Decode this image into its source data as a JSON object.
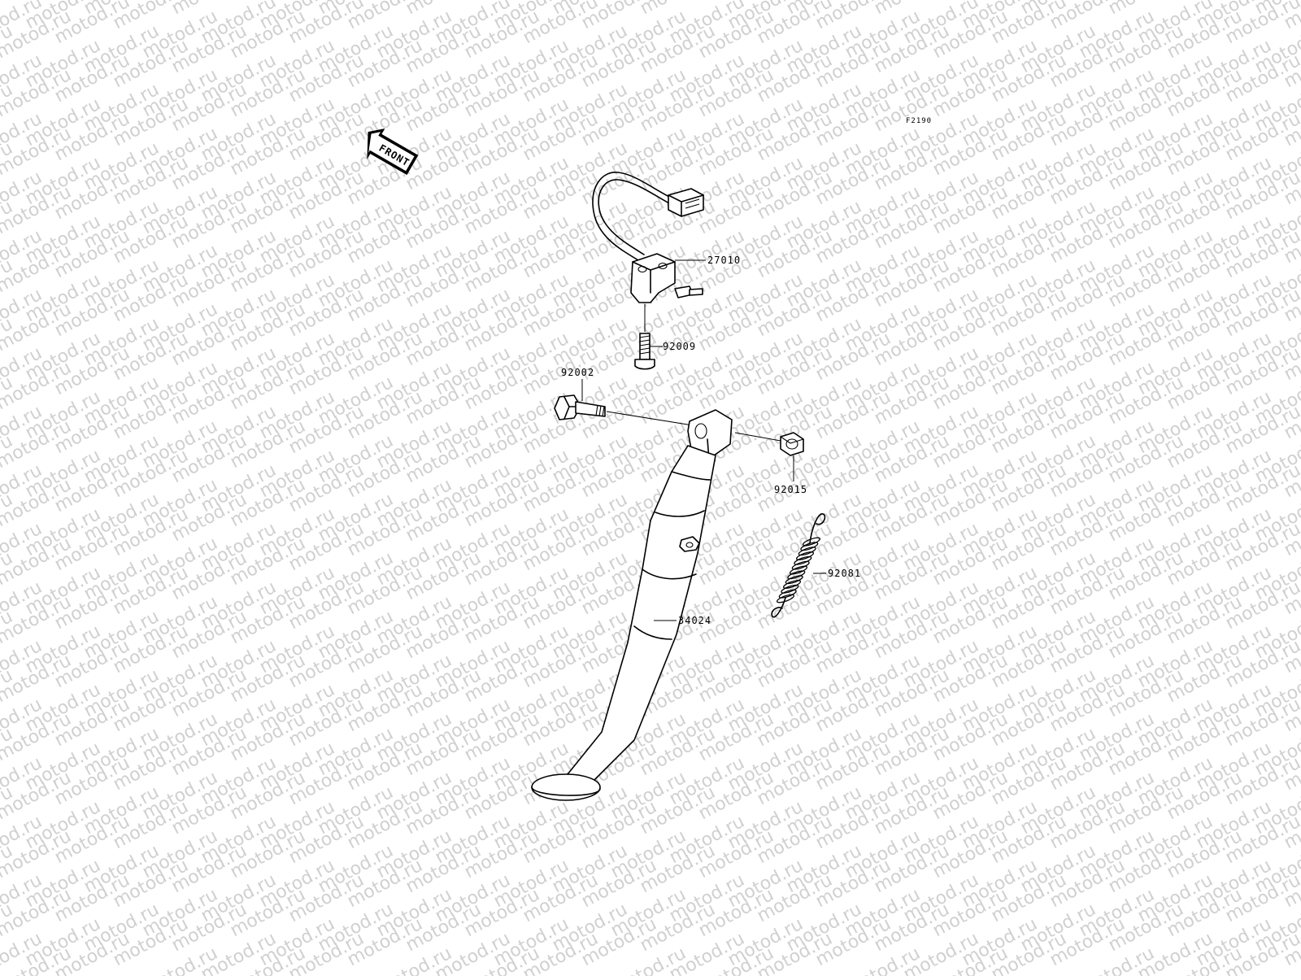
{
  "diagram": {
    "ref_code": "F2190",
    "front_arrow_label": "FRONT",
    "watermark_text": "motod.ru",
    "parts": [
      {
        "number": "27010"
      },
      {
        "number": "92009"
      },
      {
        "number": "92002"
      },
      {
        "number": "92015"
      },
      {
        "number": "92081"
      },
      {
        "number": "34024"
      }
    ]
  }
}
